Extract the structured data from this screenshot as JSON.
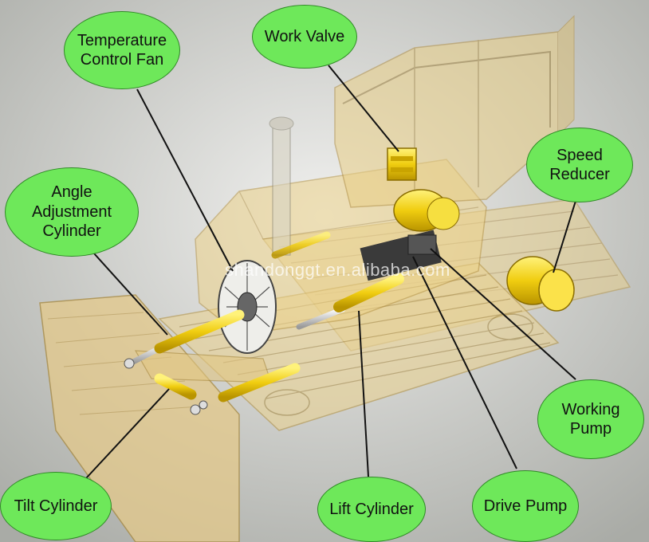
{
  "labels": {
    "temperature_control_fan": "Temperature\nControl Fan",
    "work_valve": "Work Valve",
    "speed_reducer": "Speed\nReducer",
    "angle_adjustment_cylinder": "Angle\nAdjustment\nCylinder",
    "working_pump": "Working\nPump",
    "tilt_cylinder": "Tilt Cylinder",
    "lift_cylinder": "Lift Cylinder",
    "drive_pump": "Drive Pump"
  },
  "watermark": "shandonggt.en.alibaba.com",
  "colors": {
    "bubble_fill": "#6ee85a",
    "bubble_border": "#2f8a26",
    "body_translucent": "#e8c97a",
    "component_yellow": "#f2d21a",
    "background": "#c9cac6"
  }
}
